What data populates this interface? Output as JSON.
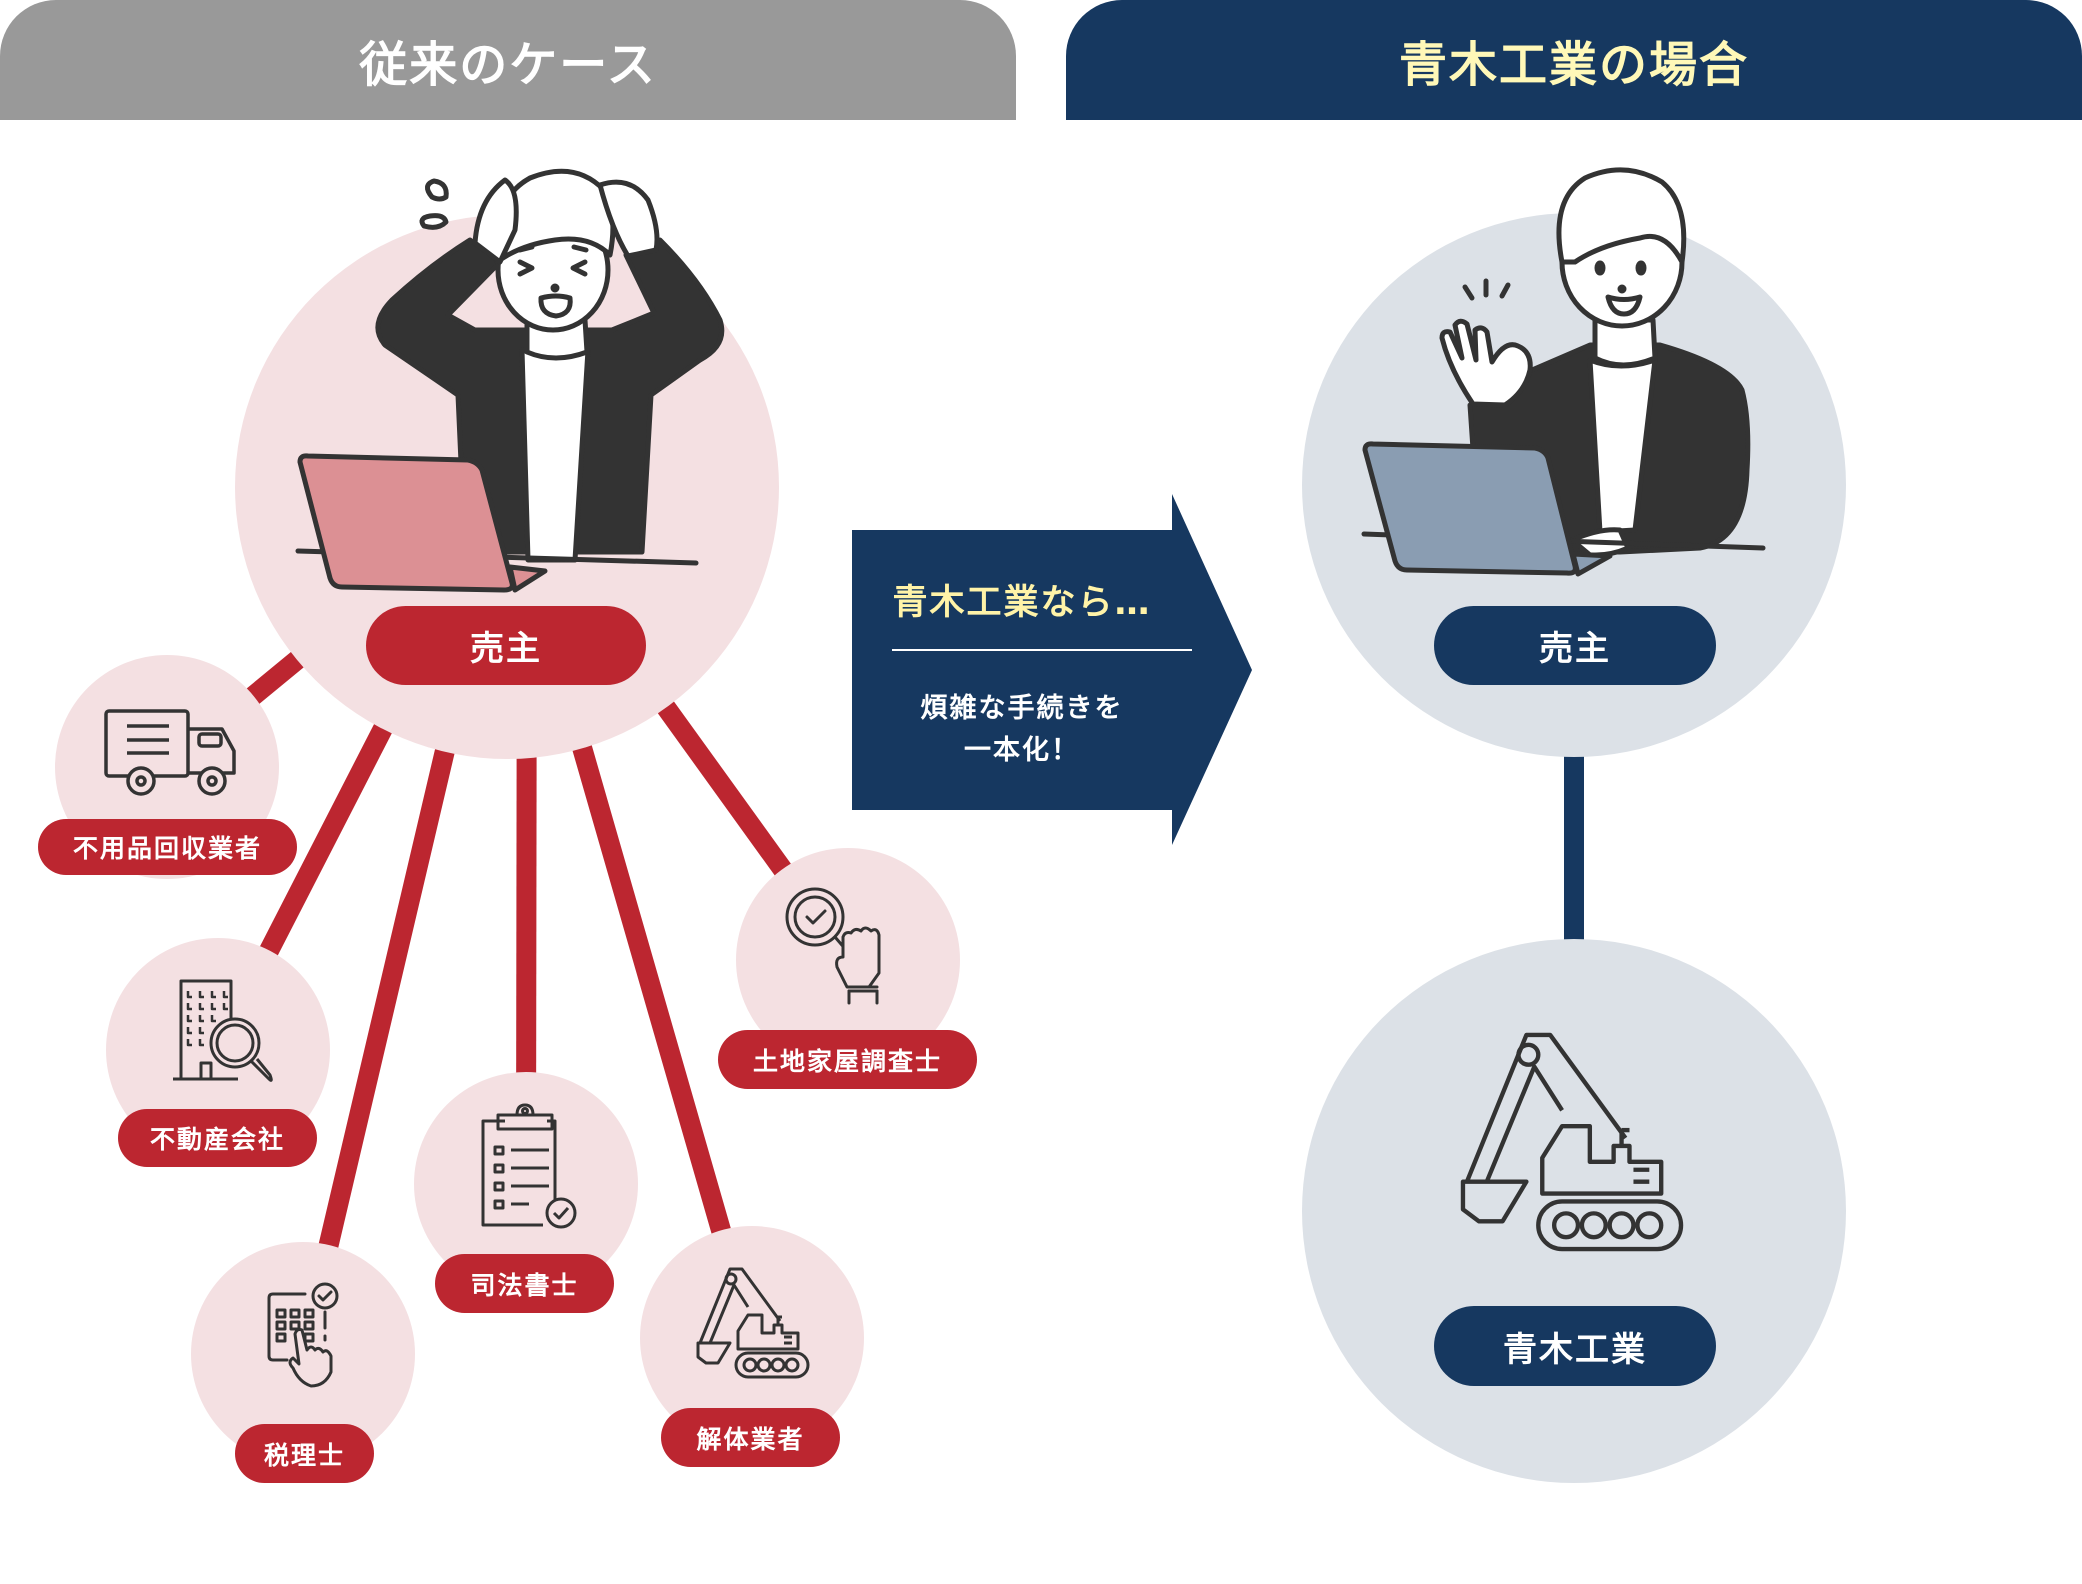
{
  "headers": {
    "left": "従来のケース",
    "right": "青木工業の場合"
  },
  "colors": {
    "gray_header": "#999999",
    "navy": "#163860",
    "red": "#bc2630",
    "pink_bg": "#f4e0e2",
    "slate_bg": "#dce1e7",
    "yellow_text": "#fff8b8"
  },
  "conventional": {
    "center": {
      "label": "売主",
      "illustration": "stressed-person-at-laptop"
    },
    "nodes": [
      {
        "label": "不用品回収業者",
        "icon": "truck-icon"
      },
      {
        "label": "不動産会社",
        "icon": "building-search-icon"
      },
      {
        "label": "税理士",
        "icon": "calculator-touch-icon"
      },
      {
        "label": "司法書士",
        "icon": "clipboard-checklist-icon"
      },
      {
        "label": "解体業者",
        "icon": "excavator-icon"
      },
      {
        "label": "土地家屋調査士",
        "icon": "magnifier-hand-icon"
      }
    ]
  },
  "arrow": {
    "title": "青木工業なら…",
    "body_line1": "煩雑な手続きを",
    "body_line2": "一本化！"
  },
  "aoki": {
    "seller": {
      "label": "売主",
      "illustration": "happy-person-ok-sign-at-laptop"
    },
    "company": {
      "label": "青木工業",
      "icon": "excavator-icon"
    }
  }
}
